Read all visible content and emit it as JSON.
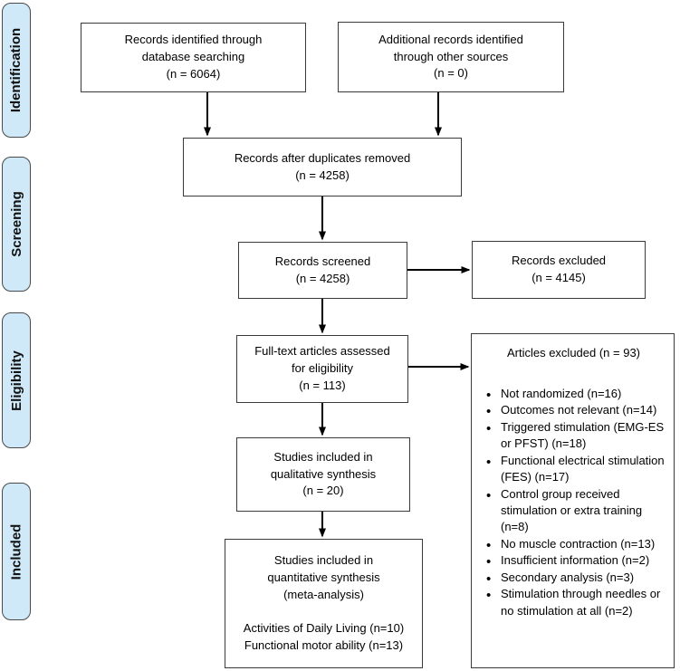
{
  "palette": {
    "stage_fill": "#cfe9f8",
    "stage_border": "#4a4a4a",
    "box_border": "#3a3a3a",
    "arrow": "#000000",
    "background": "#ffffff"
  },
  "stages": {
    "identification": "Identification",
    "screening": "Screening",
    "eligibility": "Eligibility",
    "included": "Included"
  },
  "nodes": {
    "identified": "Records identified through\ndatabase searching\n(n = 6064)",
    "additional": "Additional records identified\nthrough other sources\n(n = 0)",
    "after_duplicates": "Records after duplicates removed\n(n = 4258)",
    "screened": "Records screened\n(n = 4258)",
    "records_excluded": "Records excluded\n(n = 4145)",
    "fulltext": "Full-text articles assessed\nfor eligibility\n(n = 113)",
    "qualitative": "Studies included in\nqualitative synthesis\n(n = 20)",
    "quantitative": "Studies included in\nquantitative synthesis\n(meta-analysis)\n\nActivities of Daily Living (n=10)\nFunctional motor ability (n=13)"
  },
  "articles_excluded": {
    "title": "Articles excluded (n = 93)",
    "items": [
      "Not randomized (n=16)",
      "Outcomes not relevant (n=14)",
      "Triggered stimulation (EMG-ES or PFST) (n=18)",
      "Functional electrical stimulation (FES) (n=17)",
      "Control group received stimulation or extra training (n=8)",
      "No muscle contraction (n=13)",
      "Insufficient information (n=2)",
      "Secondary analysis (n=3)",
      "Stimulation through needles or no stimulation at all (n=2)"
    ]
  }
}
